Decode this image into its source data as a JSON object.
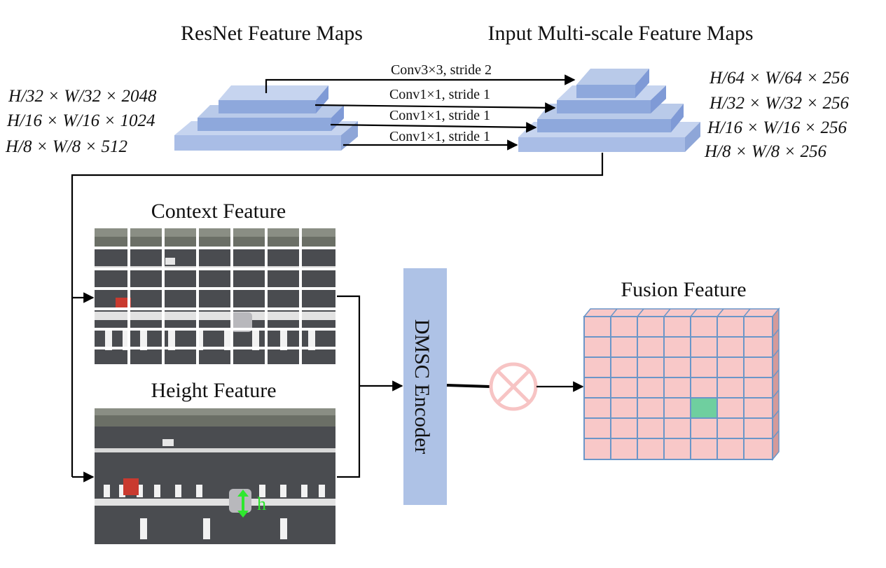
{
  "titles": {
    "resnet": "ResNet Feature Maps",
    "multiscale": "Input Multi-scale Feature Maps",
    "context": "Context Feature",
    "height": "Height Feature",
    "fusion": "Fusion Feature"
  },
  "conv_labels": [
    "Conv3×3, stride 2",
    "Conv1×1, stride 1",
    "Conv1×1, stride 1",
    "Conv1×1, stride 1"
  ],
  "resnet_dims": [
    "H/32 × W/32 × 2048",
    "H/16 × W/16 × 1024",
    "H/8 × W/8 × 512"
  ],
  "multiscale_dims": [
    "H/64 × W/64 × 256",
    "H/32 × W/32 × 256",
    "H/16 × W/16 × 256",
    "H/8 × W/8 × 256"
  ],
  "encoder_label": "DMSC  Encoder",
  "height_marker_label": "h",
  "fusion_operator": "multiply-circle-icon",
  "colors": {
    "layer_face": "#a9bde6",
    "layer_inner": "#7f9ad6",
    "encoder": "#aec2e6",
    "fusion_cell": "#f8c8c8",
    "fusion_grid": "#6b96c8",
    "fusion_highlight": "#6fcf9f",
    "operator": "#f7c4c4",
    "height_marker": "#2ee82e"
  }
}
